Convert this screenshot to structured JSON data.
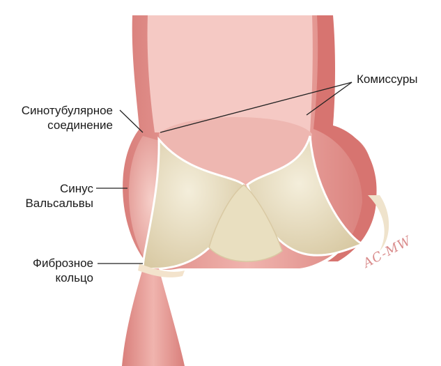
{
  "labels": {
    "commissures": "Комиссуры",
    "stj_line1": "Синотубулярное",
    "stj_line2": "соединение",
    "sinus_line1": "Синус",
    "sinus_line2": "Вальсальвы",
    "annulus_line1": "Фиброзное",
    "annulus_line2": "кольцо"
  },
  "signature": "AC-MW",
  "colors": {
    "vessel_wall": "#e8a3a0",
    "vessel_dark": "#cf6f6c",
    "lumen": "#f2c2bd",
    "leaflet": "#ece3c8",
    "leaflet_edge": "#c9b78f"
  }
}
